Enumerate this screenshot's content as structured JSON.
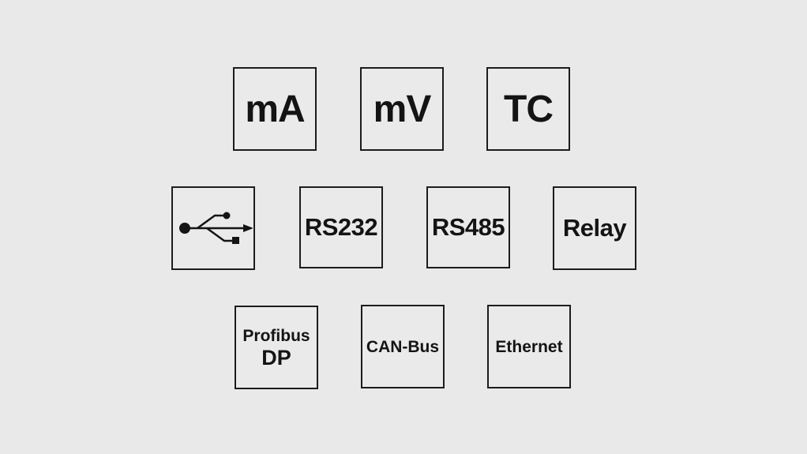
{
  "tiles": {
    "ma": "mA",
    "mv": "mV",
    "tc": "TC",
    "usb_icon": "usb-icon",
    "rs232": "RS232",
    "rs485": "RS485",
    "relay": "Relay",
    "profibus_line1": "Profibus",
    "profibus_line2": "DP",
    "canbus": "CAN-Bus",
    "ethernet": "Ethernet"
  },
  "colors": {
    "background": "#e9e9e9",
    "border": "#1c1c1c",
    "text": "#141414"
  }
}
